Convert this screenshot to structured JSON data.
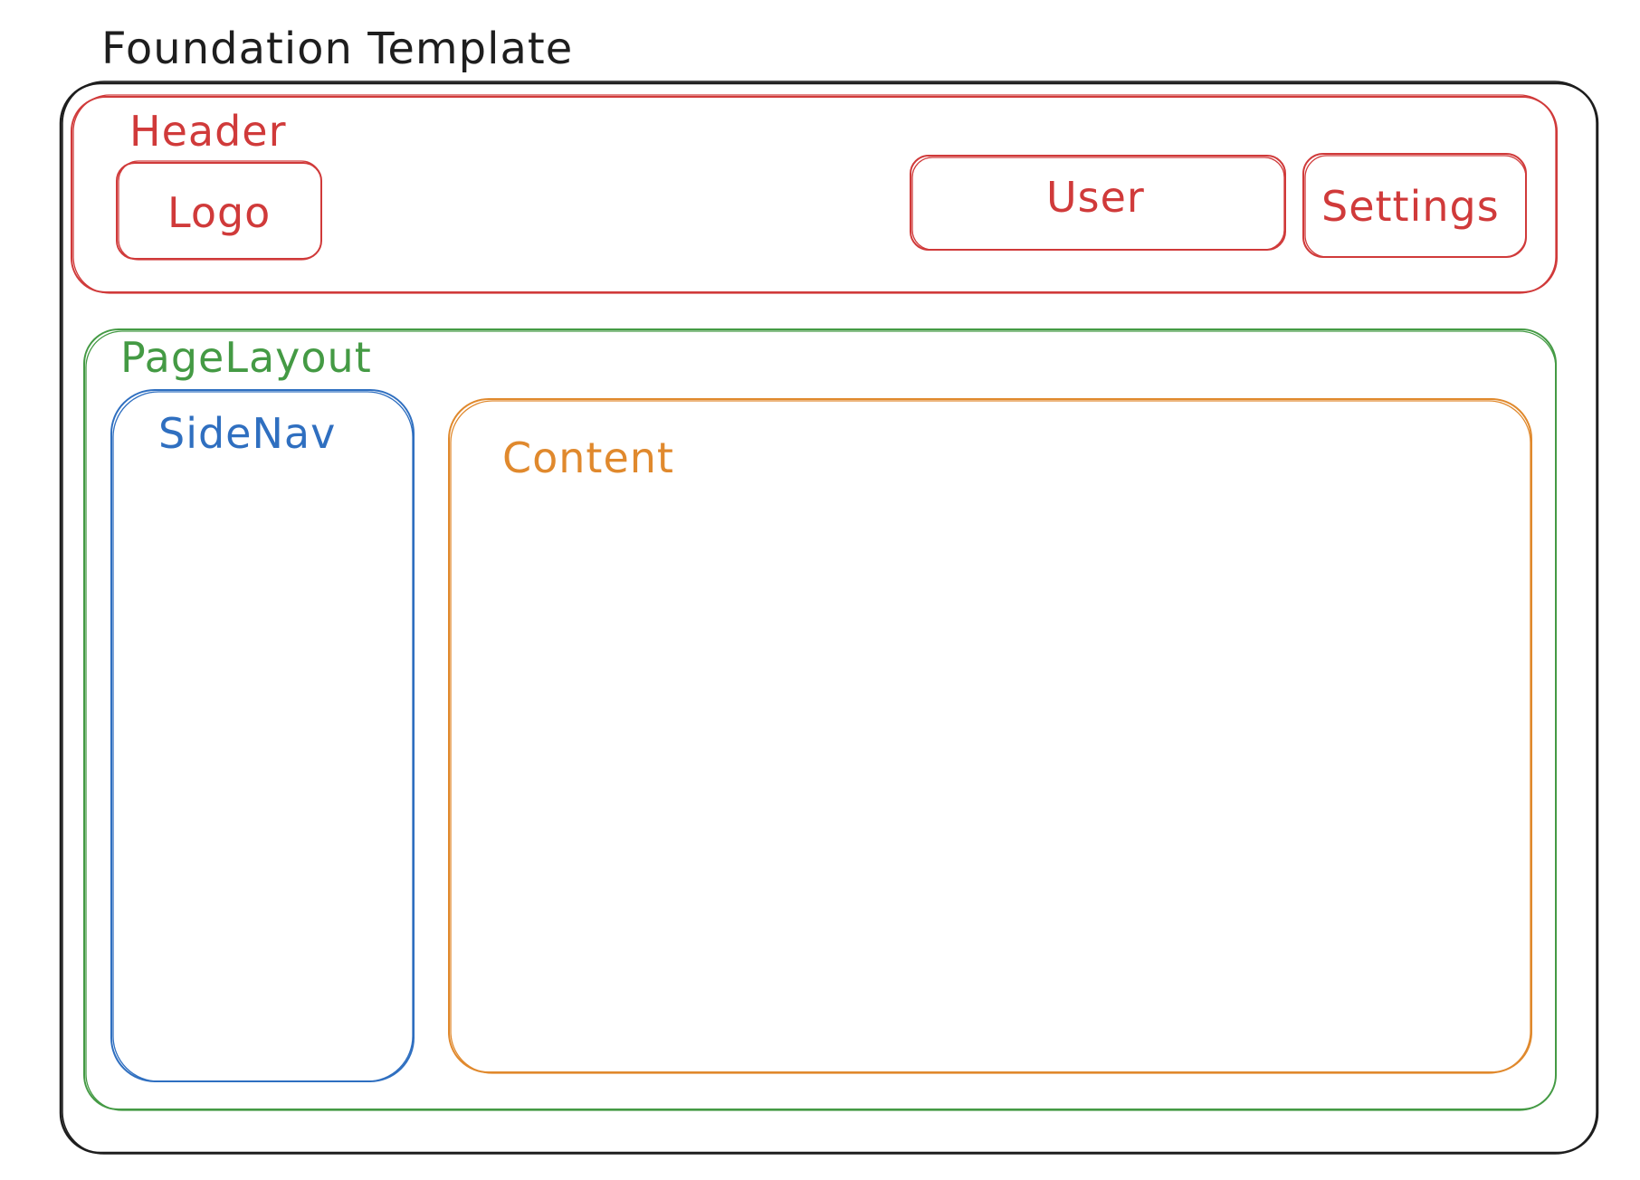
{
  "title": "Foundation Template",
  "header": {
    "label": "Header",
    "logo": "Logo",
    "user": "User",
    "settings": "Settings"
  },
  "page_layout": {
    "label": "PageLayout",
    "side_nav": "SideNav",
    "content": "Content"
  },
  "colors": {
    "frame": "#1e1e1e",
    "header": "#d03a3a",
    "page_layout": "#449a44",
    "side_nav": "#2f6fc0",
    "content": "#e0892d"
  }
}
